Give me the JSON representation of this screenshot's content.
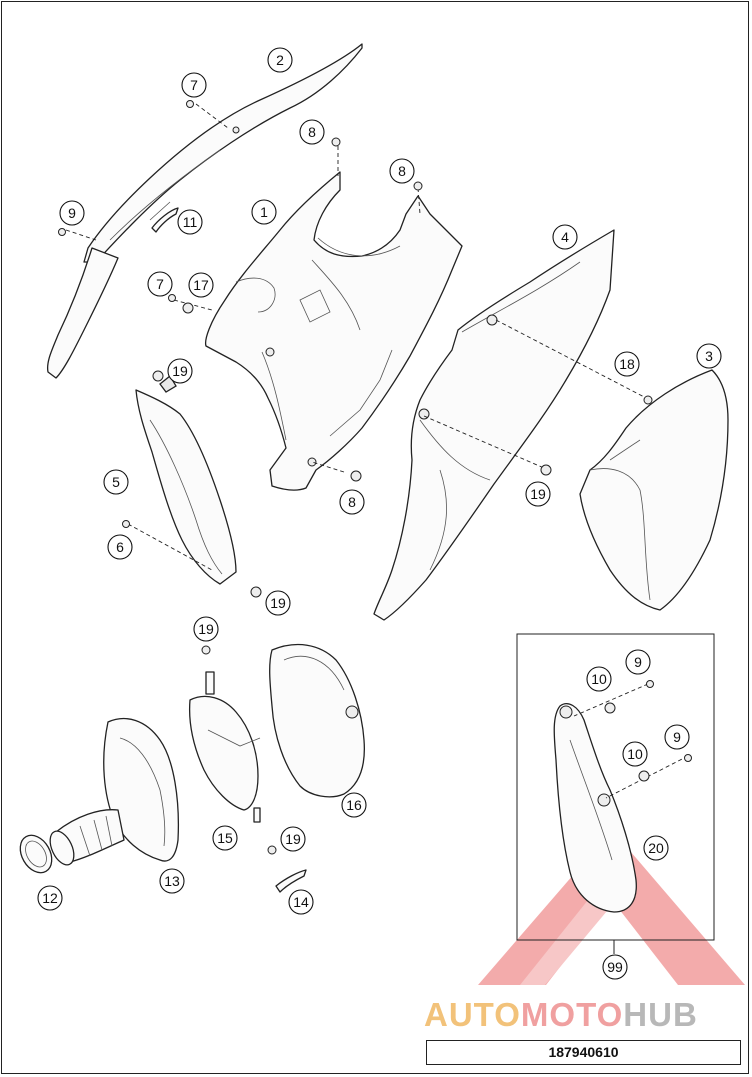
{
  "callouts": {
    "c1": "1",
    "c2": "2",
    "c3": "3",
    "c4": "4",
    "c5": "5",
    "c6": "6",
    "c7a": "7",
    "c7b": "7",
    "c8a": "8",
    "c8b": "8",
    "c8c": "8",
    "c9a": "9",
    "c9b": "9",
    "c9c": "9",
    "c10a": "10",
    "c10b": "10",
    "c11": "11",
    "c12": "12",
    "c13": "13",
    "c14": "14",
    "c15": "15",
    "c16": "16",
    "c17": "17",
    "c18": "18",
    "c19a": "19",
    "c19b": "19",
    "c19c": "19",
    "c19d": "19",
    "c19e": "19",
    "c20": "20",
    "c99": "99"
  },
  "watermark": {
    "word1": "AUTO",
    "word2": "MOTO",
    "word3": "HUB"
  },
  "document_number": "187940610",
  "colors": {
    "watermark_triangle": "#ef8f8f",
    "watermark_auto": "#f2c27a",
    "watermark_moto": "#f0a0a0",
    "watermark_hub": "#b8b8b8"
  }
}
